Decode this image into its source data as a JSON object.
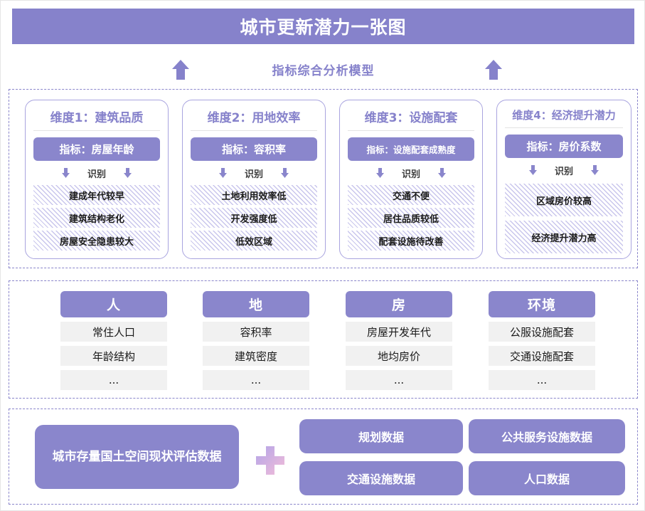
{
  "header": {
    "title": "城市更新潜力一张图",
    "bar_color": "#8682cb"
  },
  "model_row": {
    "label": "指标综合分析模型",
    "arrow_left_icon": "arrow-up-icon",
    "arrow_right_icon": "arrow-up-icon",
    "accent_color": "#8682cb"
  },
  "dimensions": {
    "recognize_label": "识别",
    "cards": [
      {
        "title": "维度1：建筑品质",
        "indicator": "指标：房屋年龄",
        "items": [
          "建成年代较早",
          "建筑结构老化",
          "房屋安全隐患较大"
        ]
      },
      {
        "title": "维度2：用地效率",
        "indicator": "指标：容积率",
        "items": [
          "土地利用效率低",
          "开发强度低",
          "低效区域"
        ]
      },
      {
        "title": "维度3：设施配套",
        "indicator": "指标：设施配套成熟度",
        "items": [
          "交通不便",
          "居住品质较低",
          "配套设施待改善"
        ]
      },
      {
        "title": "维度4：经济提升潜力",
        "indicator": "指标：房价系数",
        "items": [
          "区域房价较高",
          "经济提升潜力高"
        ]
      }
    ]
  },
  "categories": [
    {
      "header": "人",
      "items": [
        "常住人口",
        "年龄结构",
        "..."
      ]
    },
    {
      "header": "地",
      "items": [
        "容积率",
        "建筑密度",
        "..."
      ]
    },
    {
      "header": "房",
      "items": [
        "房屋开发年代",
        "地均房价",
        "..."
      ]
    },
    {
      "header": "环境",
      "items": [
        "公服设施配套",
        "交通设施配套",
        "..."
      ]
    }
  ],
  "data_sources": {
    "main": "城市存量国土空间现状评估数据",
    "plus_icon": "plus-icon",
    "plus_gradient_from": "#b2a4e8",
    "plus_gradient_to": "#f3bdd9",
    "boxes": [
      "规划数据",
      "公共服务设施数据",
      "交通设施数据",
      "人口数据"
    ]
  }
}
